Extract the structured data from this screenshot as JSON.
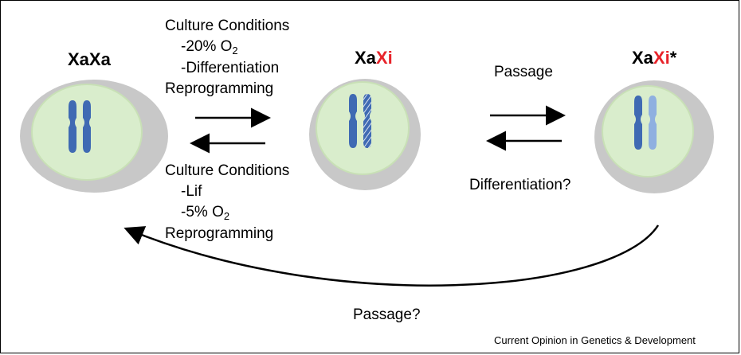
{
  "states": {
    "xaxa": {
      "label": "XaXa"
    },
    "xaxi": {
      "xa": "Xa",
      "xi": "Xi"
    },
    "xaxi_star": {
      "xa": "Xa",
      "xi": "Xi",
      "star": "*"
    }
  },
  "left_transition": {
    "forward": {
      "title": "Culture Conditions",
      "item1_prefix": "-20% O",
      "item1_sub": "2",
      "item2": "-Differentiation",
      "item3": "Reprogramming"
    },
    "reverse": {
      "title": "Culture Conditions",
      "item1": "-Lif",
      "item2_prefix": "-5% O",
      "item2_sub": "2",
      "item3": "Reprogramming"
    }
  },
  "right_transition": {
    "forward": "Passage",
    "reverse": "Differentiation?"
  },
  "return_transition": {
    "label": "Passage?"
  },
  "credit": "Current Opinion in Genetics & Development",
  "colors": {
    "cell": "#c8c8c8",
    "nucleus": "#d9edcc",
    "nucleus_border": "#c8e0b6",
    "chromosome_active": "#3f6ab3",
    "chromosome_faded": "#8fb0e0",
    "xi_red": "#e8232a"
  }
}
